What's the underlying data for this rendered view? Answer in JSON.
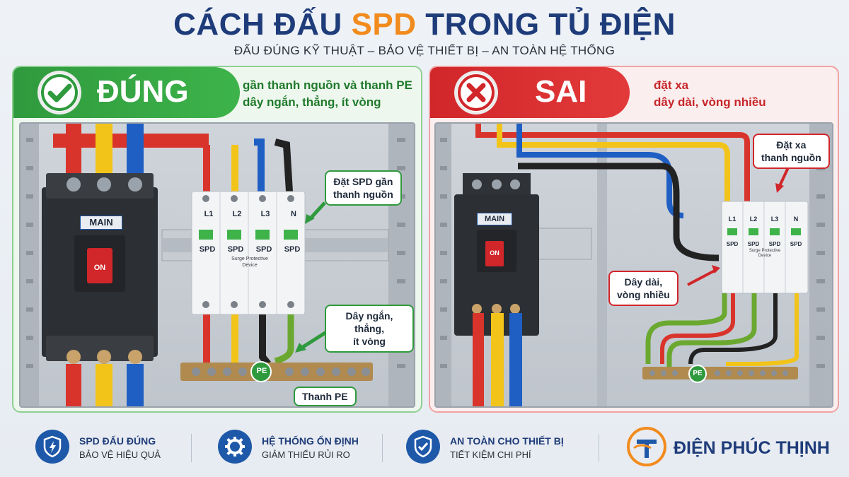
{
  "header": {
    "title_before": "CÁCH ĐẤU ",
    "title_accent": "SPD",
    "title_after": " TRONG TỦ ĐIỆN",
    "subtitle": "ĐẤU ĐÚNG KỸ THUẬT – BẢO VỆ THIẾT BỊ – AN TOÀN HỆ THỐNG"
  },
  "colors": {
    "good": "#2f9a3d",
    "bad": "#d1262a",
    "brand": "#1f3c7a",
    "accent": "#f28b1d"
  },
  "good_panel": {
    "label": "ĐÚNG",
    "icon": "check-icon",
    "note": [
      "gần thanh nguồn và thanh PE",
      "dây ngắn, thẳng, ít vòng"
    ],
    "breaker_label": "MAIN",
    "breaker_state": "ON",
    "spd_poles": [
      "L1",
      "L2",
      "L3",
      "N"
    ],
    "spd_name": "SPD",
    "spd_desc_1": "Surge Protective",
    "spd_desc_2": "Device",
    "pe_label": "PE",
    "callouts": {
      "near_source": [
        "Đặt SPD gần",
        "thanh nguồn"
      ],
      "short_wire": [
        "Dây ngắn, thẳng,",
        "ít vòng"
      ],
      "pe_bar": "Thanh PE"
    }
  },
  "bad_panel": {
    "label": "SAI",
    "icon": "cross-icon",
    "note": [
      "đặt xa",
      "dây dài, vòng nhiều"
    ],
    "breaker_label": "MAIN",
    "breaker_state": "ON",
    "spd_poles": [
      "L1",
      "L2",
      "L3",
      "N"
    ],
    "spd_name": "SPD",
    "spd_desc_1": "Surge Protective",
    "spd_desc_2": "Device",
    "pe_label": "PE",
    "callouts": {
      "far_source": [
        "Đặt xa",
        "thanh nguồn"
      ],
      "long_wire": [
        "Dây dài,",
        "vòng nhiều"
      ]
    }
  },
  "footer": {
    "features": [
      {
        "icon": "lightning-shield-icon",
        "title": "SPD ĐẤU ĐÚNG",
        "sub": "BẢO VỆ HIỆU QUẢ"
      },
      {
        "icon": "gear-icon",
        "title": "HỆ THỐNG ỔN ĐỊNH",
        "sub": "GIẢM THIỂU RỦI RO"
      },
      {
        "icon": "shield-check-icon",
        "title": "AN TOÀN CHO THIẾT BỊ",
        "sub": "TIẾT KIỆM CHI PHÍ"
      }
    ],
    "brand_name": "ĐIỆN PHÚC THỊNH",
    "brand_icon": "pt-logo-icon"
  }
}
